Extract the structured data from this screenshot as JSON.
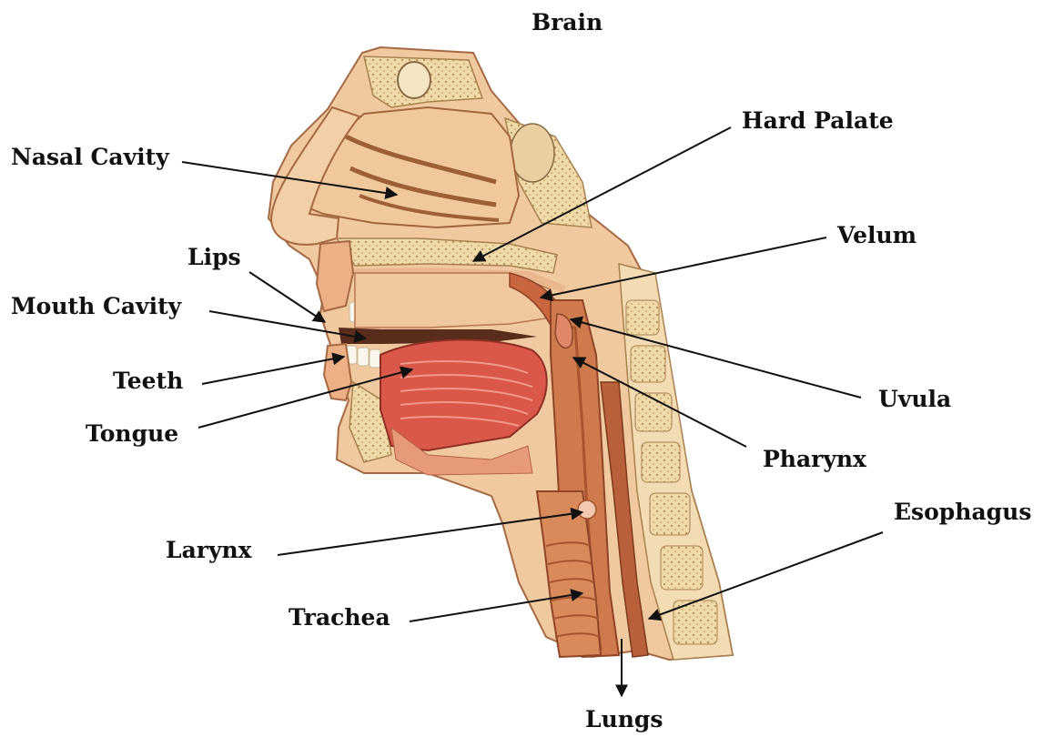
{
  "labels": {
    "brain": "Brain",
    "nasal_cavity": "Nasal Cavity",
    "hard_palate": "Hard Palate",
    "velum": "Velum",
    "lips": "Lips",
    "mouth_cavity": "Mouth Cavity",
    "teeth": "Teeth",
    "tongue": "Tongue",
    "uvula": "Uvula",
    "pharynx": "Pharynx",
    "esophagus": "Esophagus",
    "larynx": "Larynx",
    "trachea": "Trachea",
    "lungs": "Lungs"
  },
  "colors": {
    "skin": "#f1c9a0",
    "muscle": "#c8693c",
    "tongue": "#d9584a",
    "bone": "#efd9a8",
    "cavity": "#f6e2cb",
    "label_text": "#111111",
    "leader_line": "#111111"
  }
}
